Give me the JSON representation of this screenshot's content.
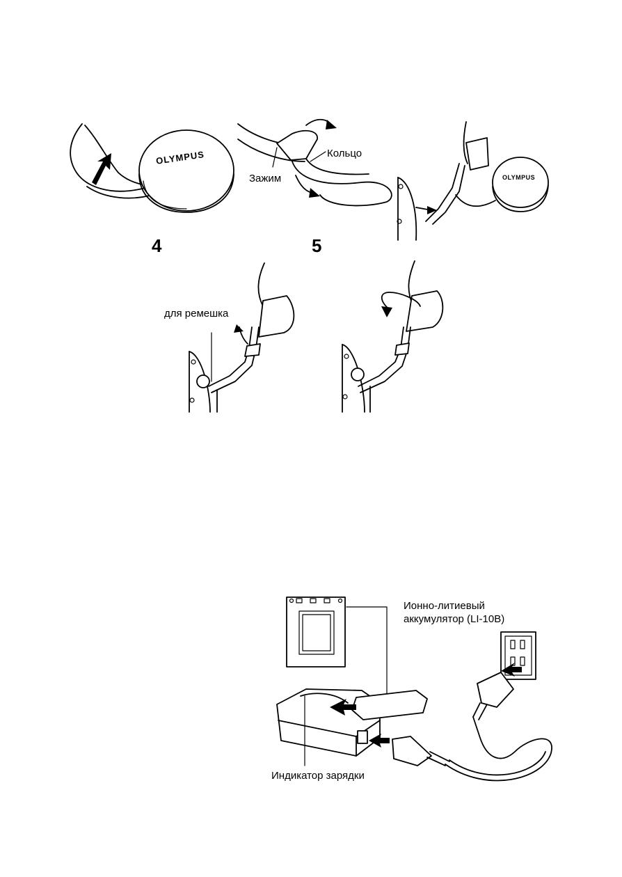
{
  "figures": {
    "cap_brand": "OLYMPUS",
    "small_cap_brand": "OLYMPUS",
    "step4": "4",
    "step5": "5",
    "clip_label": "Зажим",
    "ring_label": "Кольцо",
    "strap_label": "для ремешка",
    "battery_label_line1": "Ионно-литиевый",
    "battery_label_line2": "аккумулятор (LI-10B)",
    "indicator_label": "Индикатор зарядки"
  },
  "colors": {
    "ink": "#000000",
    "paper": "#ffffff"
  }
}
